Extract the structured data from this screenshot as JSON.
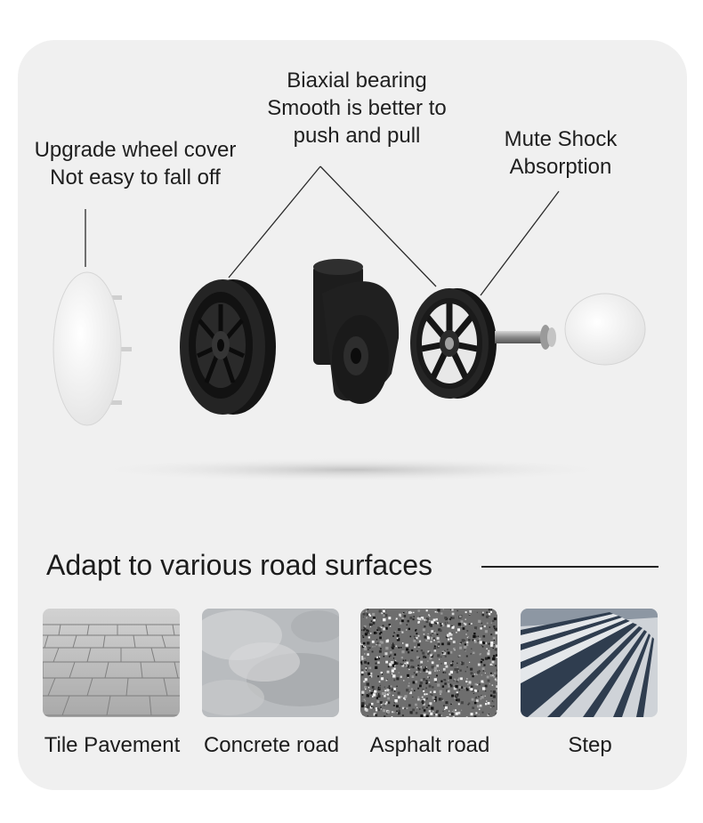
{
  "callouts": {
    "bearing": "Biaxial bearing\nSmooth is better to\npush and pull",
    "cover": "Upgrade wheel cover\nNot easy to fall off",
    "mute": "Mute Shock\nAbsorption"
  },
  "section": {
    "title": "Adapt to various road surfaces"
  },
  "surfaces": [
    {
      "label": "Tile Pavement",
      "icon": "tile-pavement-image"
    },
    {
      "label": "Concrete road",
      "icon": "concrete-road-image"
    },
    {
      "label": "Asphalt road",
      "icon": "asphalt-road-image"
    },
    {
      "label": "Step",
      "icon": "step-image"
    }
  ],
  "colors": {
    "card_background": "#f0f0f0",
    "wheel_black": "#1a1a1a",
    "cover_white": "#f4f4f4"
  }
}
